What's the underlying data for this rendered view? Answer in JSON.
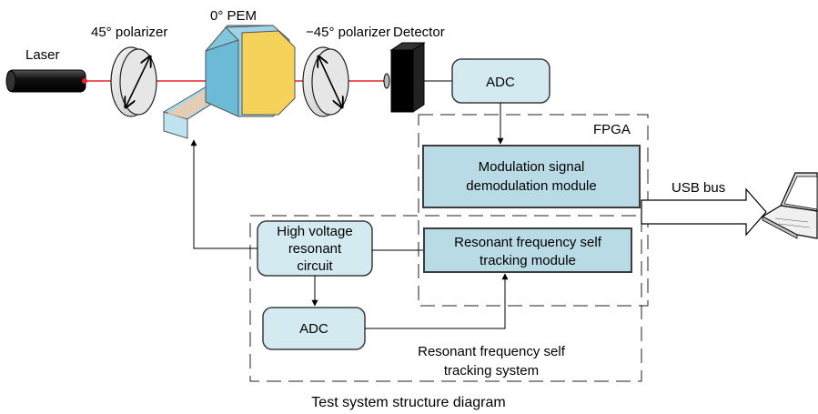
{
  "labels": {
    "laser": "Laser",
    "polarizer_45": "45° polarizer",
    "pem": "0° PEM",
    "polarizer_minus45": "−45° polarizer",
    "detector": "Detector",
    "fpga": "FPGA",
    "usb_bus": "USB bus"
  },
  "boxes": {
    "adc_top": "ADC",
    "demod_line1": "Modulation signal",
    "demod_line2": "demodulation module",
    "hv_line1": "High voltage",
    "hv_line2": "resonant",
    "hv_line3": "circuit",
    "track_line1": "Resonant frequency self",
    "track_line2": "tracking module",
    "adc_bottom": "ADC"
  },
  "system_label": {
    "line1": "Resonant frequency self",
    "line2": "tracking system"
  },
  "caption": "Test system structure diagram",
  "colors": {
    "box_fill": "#b8dbe6",
    "box_fill_light": "#d3eaf1",
    "box_stroke": "#3c3c3c",
    "beam": "#e8202a",
    "pem_yellow": "#f5d25a",
    "pem_blue": "#7fc6de",
    "laser_body": "#111111"
  },
  "icons": {
    "laser": "laser-icon",
    "polarizer": "polarizer-icon",
    "pem": "pem-icon",
    "detector": "detector-icon",
    "laptop": "laptop-icon",
    "usb_arrow": "usb-arrow-icon"
  }
}
